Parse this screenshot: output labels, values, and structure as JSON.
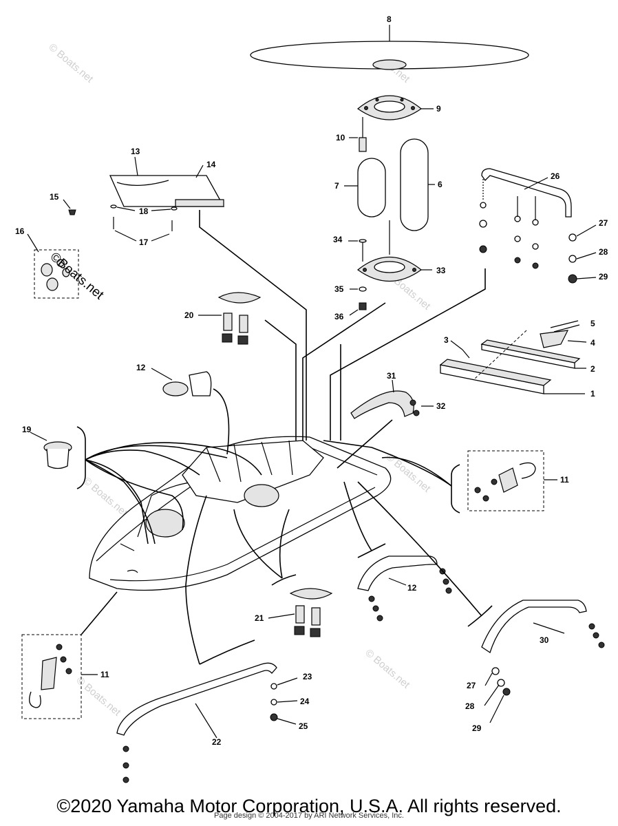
{
  "diagram": {
    "callouts": [
      "1",
      "2",
      "3",
      "4",
      "5",
      "6",
      "7",
      "8",
      "9",
      "10",
      "11",
      "11",
      "12",
      "13",
      "14",
      "15",
      "16",
      "17",
      "18",
      "19",
      "20",
      "21",
      "21",
      "22",
      "23",
      "24",
      "25",
      "26",
      "27",
      "27",
      "28",
      "28",
      "29",
      "29",
      "30",
      "31",
      "32",
      "33",
      "34",
      "35",
      "36"
    ],
    "watermark_large": "©Boats.net",
    "watermark_faint": "© Boats.net"
  },
  "footer": {
    "copyright": "©2020 Yamaha Motor Corporation, U.S.A. All rights reserved.",
    "page_design": "Page design © 2004-2017 by ARI Network Services, Inc."
  }
}
